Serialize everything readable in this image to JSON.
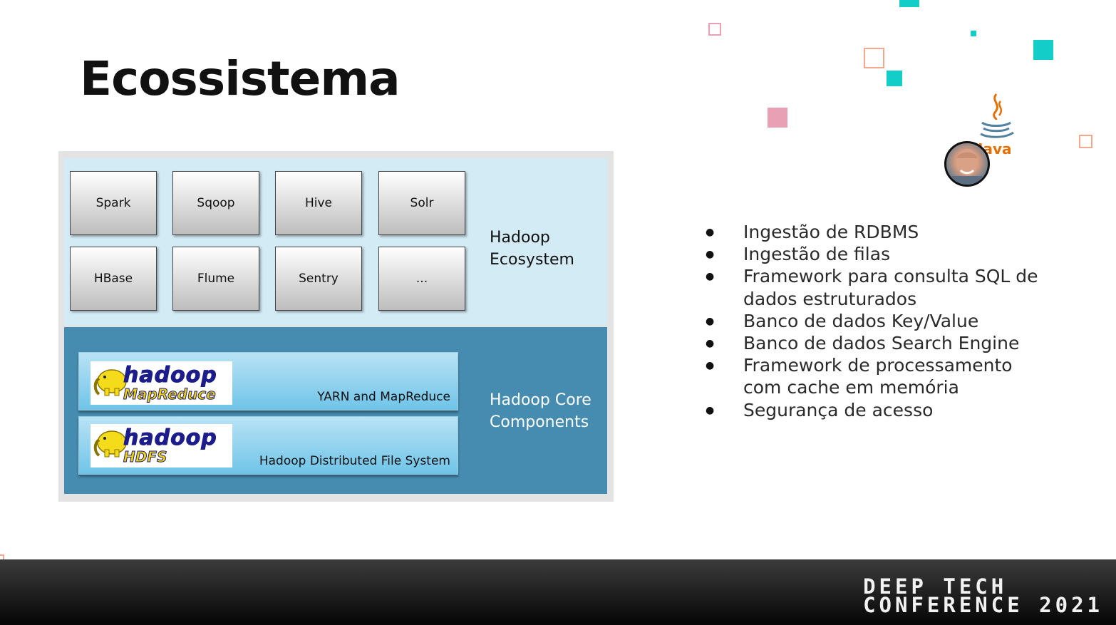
{
  "title": "Ecossistema",
  "diagram": {
    "ecosystem_tiles": [
      "Spark",
      "Sqoop",
      "Hive",
      "Solr",
      "HBase",
      "Flume",
      "Sentry",
      "..."
    ],
    "ecosystem_label_line1": "Hadoop",
    "ecosystem_label_line2": "Ecosystem",
    "core_label_line1": "Hadoop Core",
    "core_label_line2": "Components",
    "bands": [
      {
        "label": "YARN and MapReduce",
        "logo_word": "hadoop",
        "logo_sub": "MapReduce"
      },
      {
        "label": "Hadoop Distributed File System",
        "logo_word": "hadoop",
        "logo_sub": "HDFS"
      }
    ]
  },
  "bullets": [
    "Ingestão de RDBMS",
    "Ingestão de filas",
    "Framework para consulta SQL de dados estruturados",
    "Banco de dados Key/Value",
    "Banco de dados Search Engine",
    "Framework de processamento com cache em memória",
    "Segurança de acesso"
  ],
  "java_logo_text": "Java",
  "footer": {
    "line1": "DEEP TECH",
    "line2": "CONFERENCE 2021"
  },
  "colors": {
    "teal": "#12cdc8",
    "pink": "#e8a0b4",
    "orange_outline": "#f4a98e",
    "core_blue": "#468cb0",
    "eco_light_blue": "#d3ebf5"
  },
  "icons": [
    "java-logo-icon",
    "elephant-icon",
    "avatar-photo"
  ]
}
